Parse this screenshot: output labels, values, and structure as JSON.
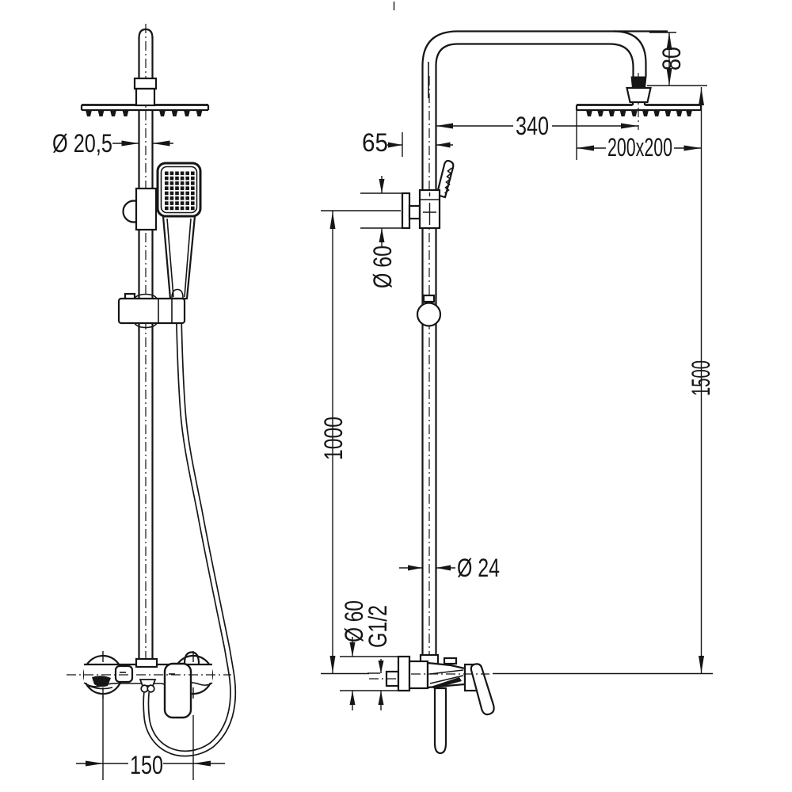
{
  "drawing": {
    "kind": "shower-column-technical-drawing",
    "background_color": "#ffffff",
    "line_color": "#161616",
    "dimensions": {
      "head_pipe_diameter": "Ø 20,5",
      "mixer_centers": "150",
      "arm_reach": "340",
      "head_size": "200x200",
      "arm_drop": "80",
      "overall_height": "1500",
      "riser_height": "1000",
      "wall_offset": "65",
      "bracket_flange_diameter": "Ø 60",
      "riser_diameter": "Ø 24",
      "mixer_flange_diameter": "Ø 60",
      "connection_thread": "G1/2"
    }
  }
}
